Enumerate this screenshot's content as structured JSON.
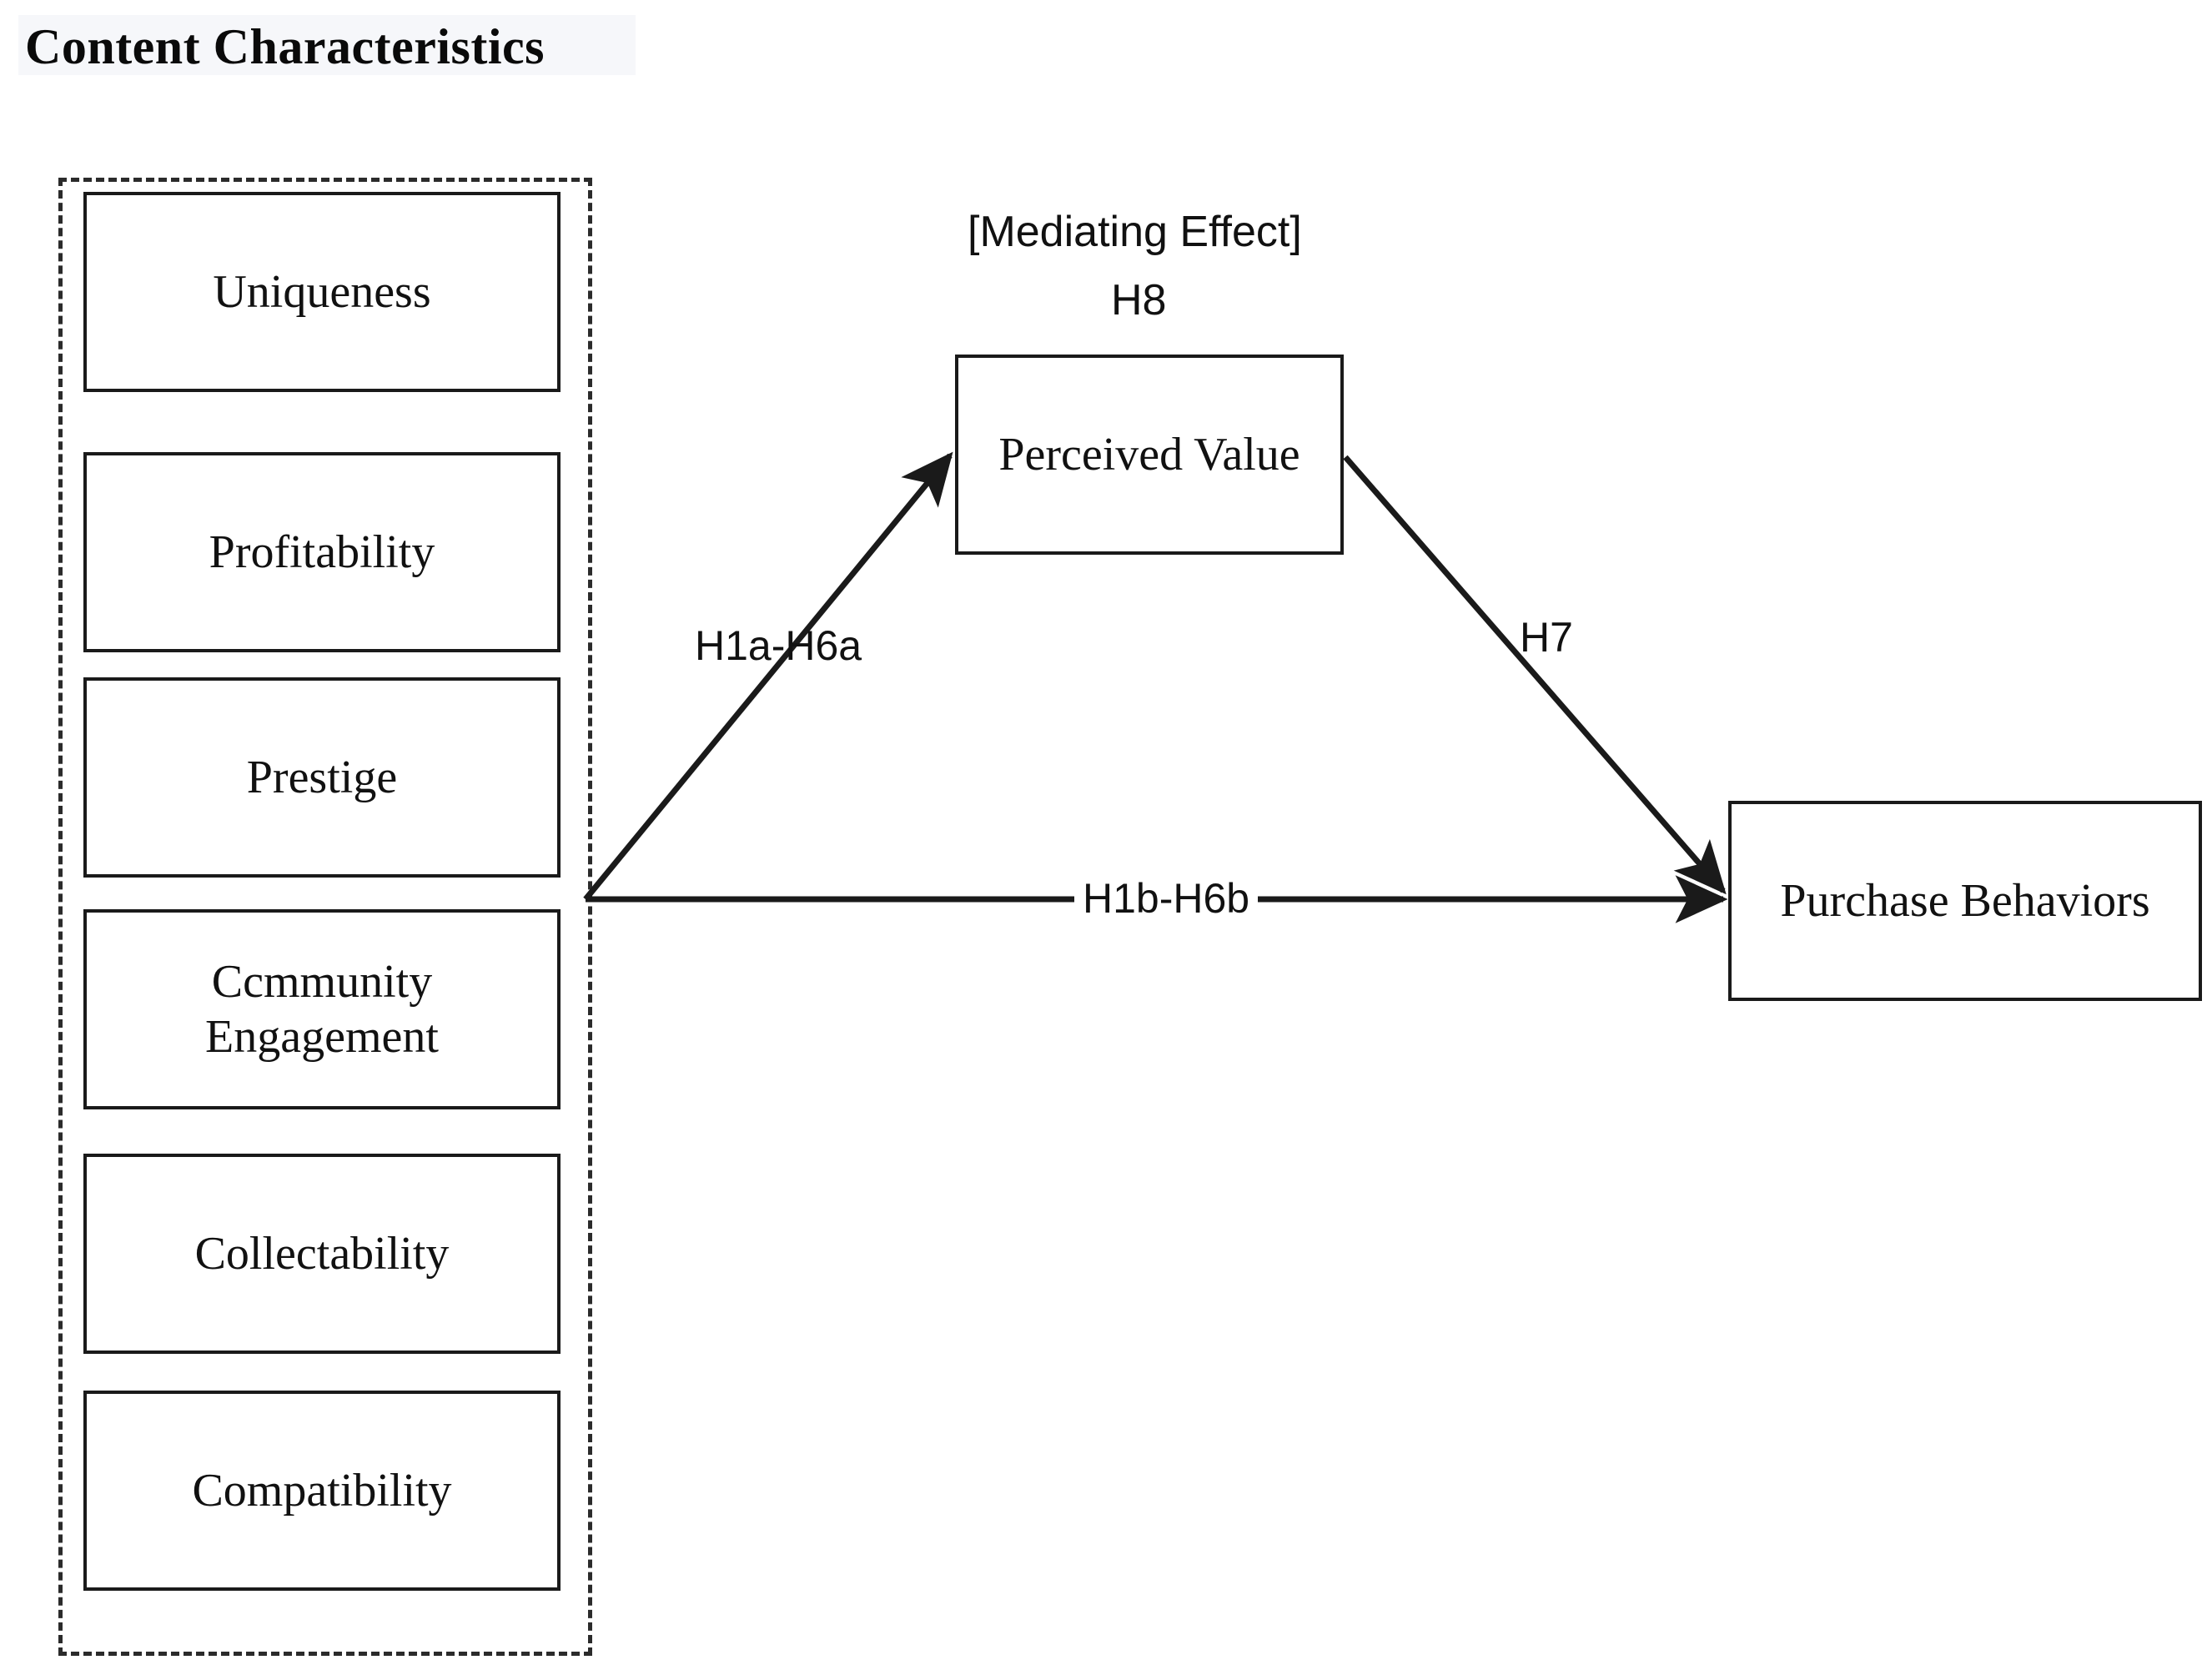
{
  "title": {
    "text": "Content Characteristics"
  },
  "group": {
    "name": "content-characteristics-group",
    "border_style": "dashed",
    "border_color": "#2b2b2b"
  },
  "constructs": [
    {
      "label": "Uniqueness"
    },
    {
      "label": "Profitability"
    },
    {
      "label": "Prestige"
    },
    {
      "label": "Ccmmunity\nEngagement",
      "line1": "Ccmmunity",
      "line2": "Engagement"
    },
    {
      "label": "Collectability"
    },
    {
      "label": "Compatibility"
    }
  ],
  "nodes": {
    "mediator": {
      "label": "Perceived Value",
      "caption": "[Mediating Effect]",
      "hypothesis": "H8"
    },
    "outcome": {
      "label": "Purchase Behaviors"
    }
  },
  "edges": [
    {
      "id": "edge-constructs-to-mediator",
      "label": "H1a-H6a",
      "from": "content-characteristics-group",
      "to": "perceived-value",
      "style": "solid-arrow"
    },
    {
      "id": "edge-mediator-to-outcome",
      "label": "H7",
      "from": "perceived-value",
      "to": "purchase-behaviors",
      "style": "solid-arrow"
    },
    {
      "id": "edge-constructs-to-outcome",
      "label": "H1b-H6b",
      "from": "content-characteristics-group",
      "to": "purchase-behaviors",
      "style": "solid-arrow"
    }
  ],
  "colors": {
    "line": "#1a1a1a",
    "box_border": "#1a1a1a",
    "dashed_border": "#2b2b2b",
    "text": "#111111",
    "background": "#ffffff",
    "title_highlight": "#f6f7fa"
  }
}
